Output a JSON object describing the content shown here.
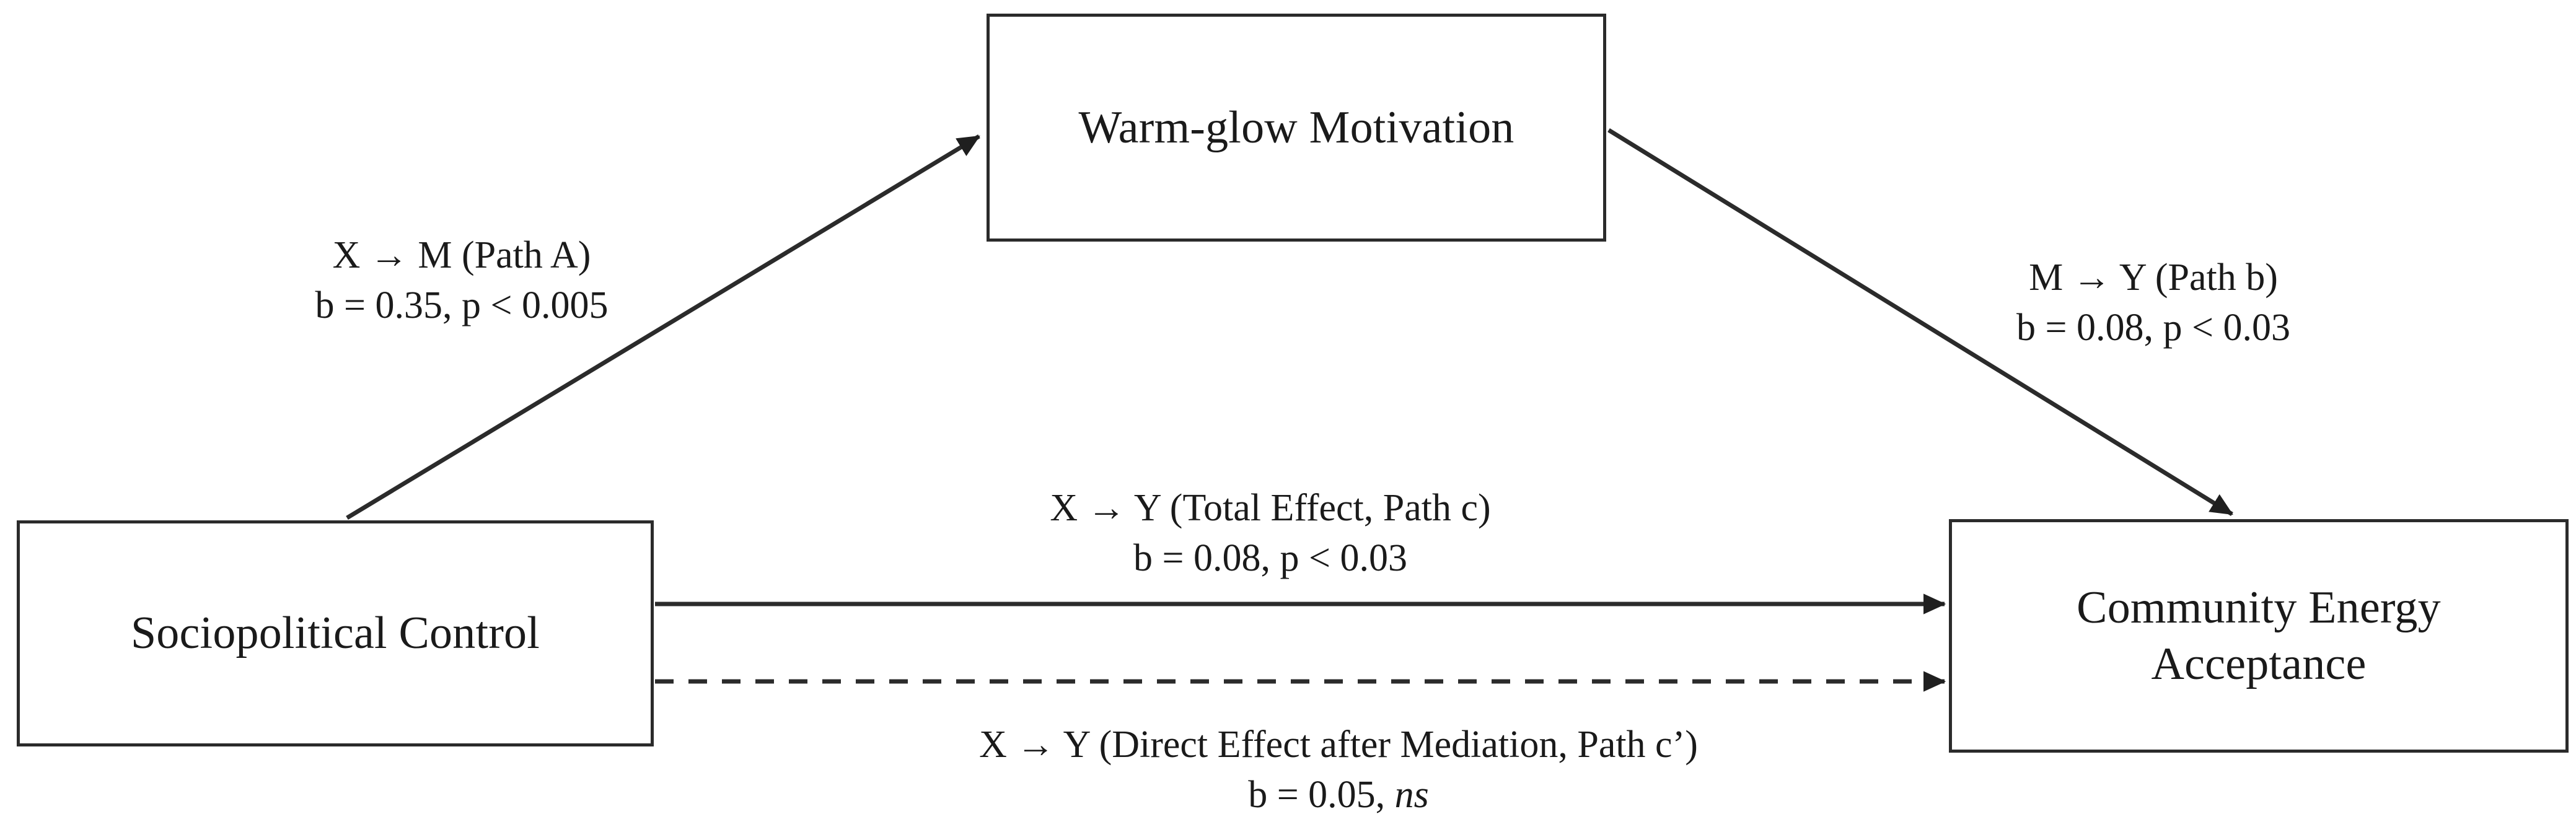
{
  "diagram": {
    "type": "mediation-path-model",
    "background_color": "#ffffff",
    "line_color": "#2b2b2b",
    "text_color": "#1a1a1a"
  },
  "nodes": {
    "predictor": {
      "id": "X",
      "label": "Sociopolitical Control",
      "role": "independent-variable"
    },
    "mediator": {
      "id": "M",
      "label": "Warm-glow Motivation",
      "role": "mediator"
    },
    "outcome": {
      "id": "Y",
      "label": "Community Energy\nAcceptance",
      "role": "dependent-variable"
    }
  },
  "paths": {
    "path_a": {
      "name_line": "X → M (Path A)",
      "stats_line": "b = 0.35, p < 0.005",
      "coefficient": 0.35,
      "p_value": "< 0.005",
      "style": "solid",
      "from": "X",
      "to": "M"
    },
    "path_b": {
      "name_line": "M → Y (Path b)",
      "stats_line": "b = 0.08, p < 0.03",
      "coefficient": 0.08,
      "p_value": "< 0.03",
      "style": "solid",
      "from": "M",
      "to": "Y"
    },
    "path_c": {
      "name_line": "X → Y (Total Effect, Path c)",
      "stats_line": "b = 0.08, p < 0.03",
      "coefficient": 0.08,
      "p_value": "< 0.03",
      "style": "solid",
      "from": "X",
      "to": "Y"
    },
    "path_c_prime": {
      "name_line": "X → Y (Direct Effect after Mediation, Path c’)",
      "stats_prefix": "b = 0.05, ",
      "stats_significance": "ns",
      "coefficient": 0.05,
      "p_value": "ns",
      "style": "dashed",
      "from": "X",
      "to": "Y"
    }
  }
}
